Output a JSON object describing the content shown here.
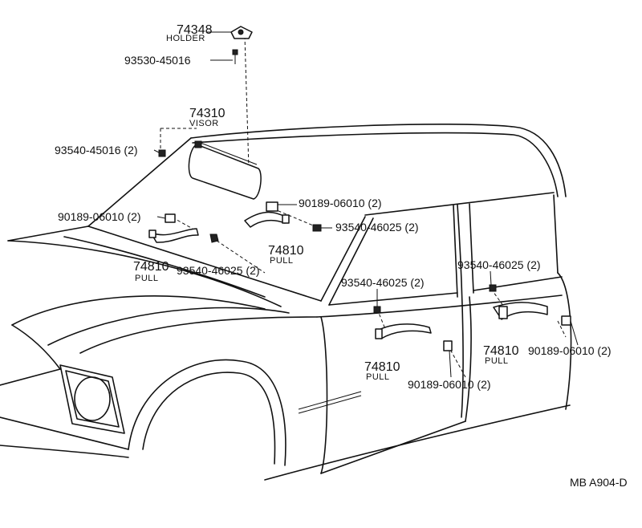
{
  "callouts": {
    "holder_part": "74348",
    "holder_name": "HOLDER",
    "screw_holder": "93530-45016",
    "visor_part": "74310",
    "visor_name": "VISOR",
    "screw_visor": "93540-45016 (2)",
    "clip_pull_front_right": "90189-06010 (2)",
    "clip_pull_front_left": "90189-06010 (2)",
    "screw_pull_front_right": "93540-46025 (2)",
    "pull_front_right_part": "74810",
    "pull_front_right_name": "PULL",
    "pull_front_left_part": "74810",
    "pull_front_left_name": "PULL",
    "screw_pull_front_left": "93540-46025 (2)",
    "screw_pull_rear_top": "93540-46025 (2)",
    "screw_pull_middle": "93540-46025 (2)",
    "pull_rear_part": "74810",
    "pull_rear_name": "PULL",
    "clip_pull_rear": "90189-06010 (2)",
    "pull_middle_part": "74810",
    "pull_middle_name": "PULL",
    "clip_pull_middle": "90189-06010 (2)"
  },
  "figure_code": "MB A904-D"
}
